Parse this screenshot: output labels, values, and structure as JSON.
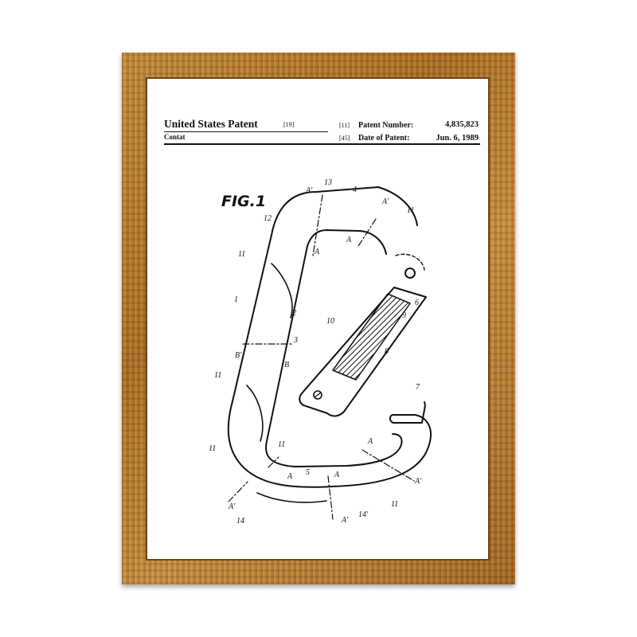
{
  "patent": {
    "title": "United States Patent",
    "title_code": "[19]",
    "inventor": "Contat",
    "number_code": "[11]",
    "number_label": "Patent Number:",
    "number_value": "4,835,823",
    "date_code": "[45]",
    "date_label": "Date of Patent:",
    "date_value": "Jun. 6, 1989"
  },
  "figure": {
    "label": "FIG.1",
    "ref_labels": [
      "1",
      "2",
      "3",
      "4",
      "5",
      "6",
      "7",
      "8",
      "9",
      "10",
      "11",
      "12",
      "13",
      "13'",
      "14",
      "14'",
      "A",
      "A'",
      "B",
      "B'"
    ]
  },
  "colors": {
    "frame": "#b07a30",
    "paper": "#ffffff",
    "ink": "#111111"
  }
}
